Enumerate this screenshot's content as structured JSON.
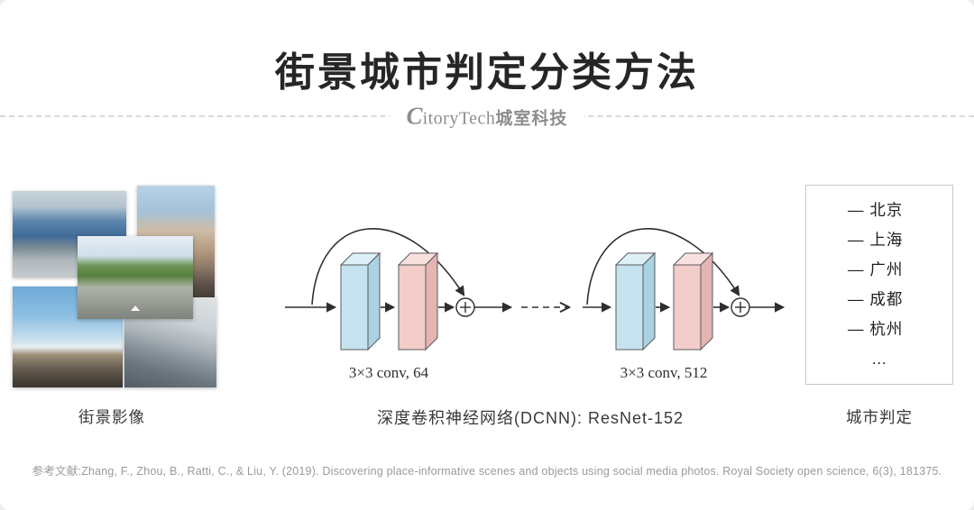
{
  "slide": {
    "title": "街景城市判定分类方法",
    "logo": {
      "initial": "C",
      "latin_rest": "itoryTech",
      "cjk": "城室科技"
    },
    "street_view": {
      "caption": "街景影像"
    },
    "network": {
      "caption": "深度卷积神经网络(DCNN): ResNet-152",
      "block1_label": "3×3 conv, 64",
      "block2_label": "3×3 conv, 512"
    },
    "cities": {
      "caption": "城市判定",
      "items": [
        "— 北京",
        "— 上海",
        "— 广州",
        "— 成都",
        "— 杭州",
        "…"
      ]
    },
    "reference": "参考文献:Zhang, F., Zhou, B., Ratti, C., & Liu, Y. (2019). Discovering place-informative scenes and objects using social media photos. Royal Society open science, 6(3), 181375.",
    "colors": {
      "conv_blue": "#c5e3ef",
      "conv_pink": "#f3cdca",
      "accent_dark": "#262626"
    }
  }
}
